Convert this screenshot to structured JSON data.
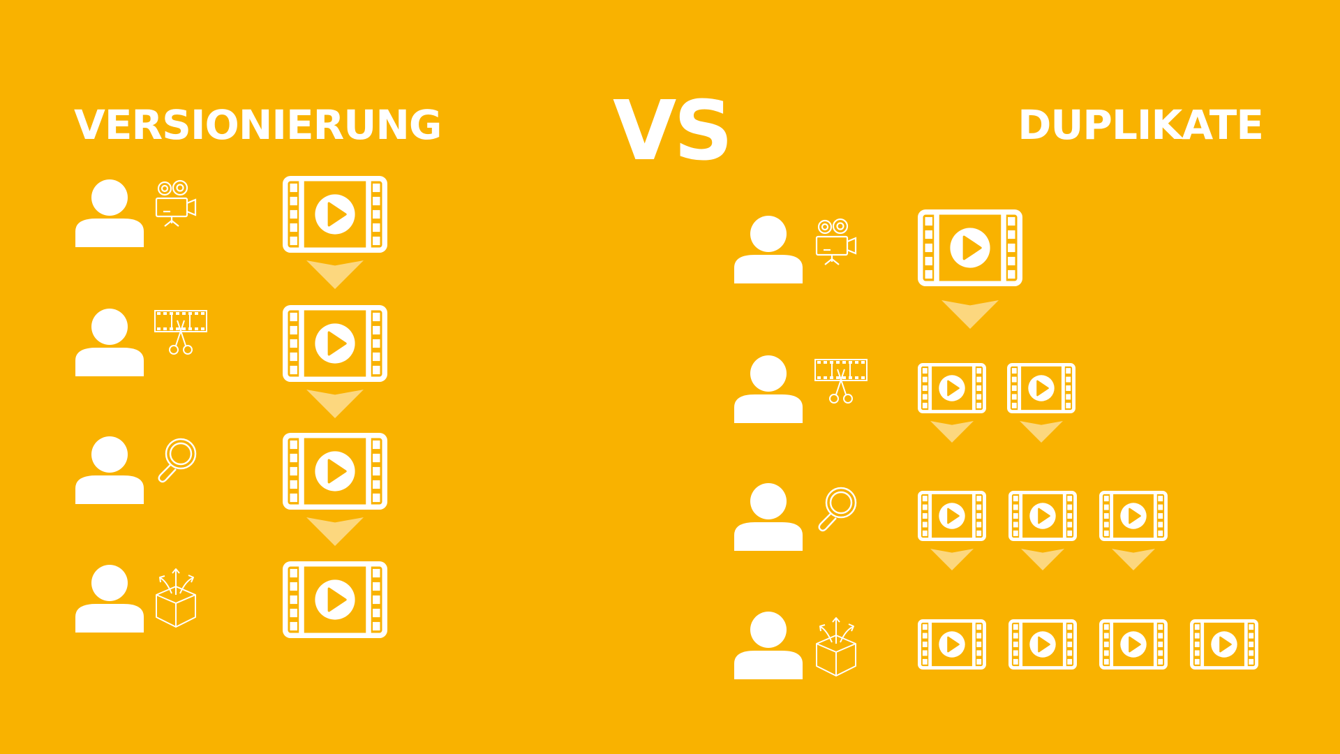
{
  "titles": {
    "left": "VERSIONIERUNG",
    "vs": "VS",
    "right": "DUPLIKATE"
  },
  "colors": {
    "background": "#F9B200",
    "foreground": "#FFFFFF",
    "arrow": "#FCD77E"
  },
  "roles": [
    "camera-icon",
    "film-cut-icon",
    "magnifier-icon",
    "export-box-icon"
  ],
  "versionierung": {
    "videos_per_step": [
      1,
      1,
      1,
      1
    ]
  },
  "duplikate": {
    "videos_per_step": [
      1,
      2,
      3,
      4
    ]
  }
}
